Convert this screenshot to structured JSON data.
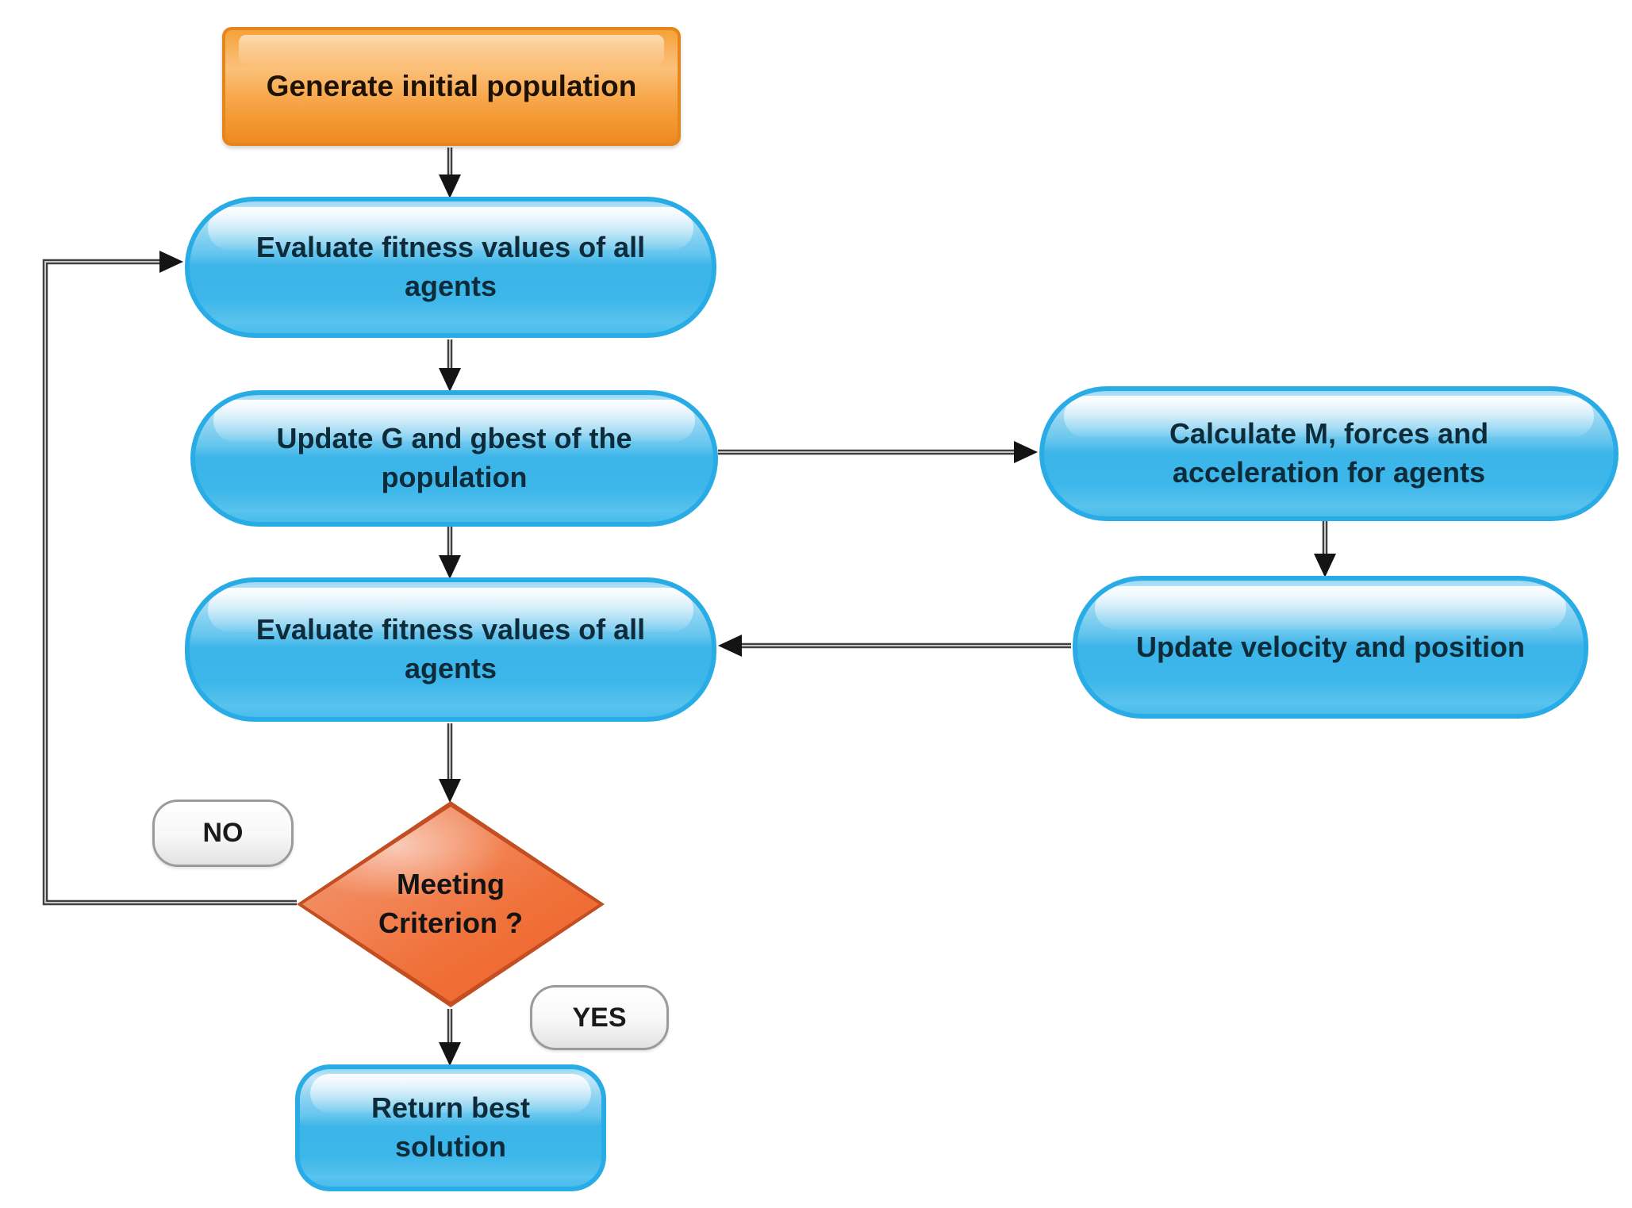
{
  "diagram": {
    "type": "flowchart",
    "nodes": {
      "start": {
        "type": "start",
        "label": "Generate initial population"
      },
      "evaluate_top": {
        "type": "process",
        "lines": [
          "Evaluate fitness values of all",
          "agents"
        ]
      },
      "update_g": {
        "type": "process",
        "lines": [
          "Update G and gbest of the",
          "population"
        ]
      },
      "calculate_m": {
        "type": "process",
        "lines": [
          "Calculate M, forces and",
          "acceleration for agents"
        ]
      },
      "update_velocity": {
        "type": "process",
        "label": "Update velocity and position"
      },
      "evaluate_mid": {
        "type": "process",
        "lines": [
          "Evaluate fitness values of all",
          "agents"
        ]
      },
      "decision": {
        "type": "decision",
        "lines": [
          "Meeting",
          "Criterion ?"
        ]
      },
      "return_best": {
        "type": "terminal",
        "lines": [
          "Return best",
          "solution"
        ]
      }
    },
    "edge_labels": {
      "no": "NO",
      "yes": "YES"
    },
    "edges": [
      {
        "from": "start",
        "to": "evaluate_top"
      },
      {
        "from": "evaluate_top",
        "to": "update_g"
      },
      {
        "from": "update_g",
        "to": "evaluate_mid"
      },
      {
        "from": "update_g",
        "to": "calculate_m"
      },
      {
        "from": "calculate_m",
        "to": "update_velocity"
      },
      {
        "from": "update_velocity",
        "to": "evaluate_mid"
      },
      {
        "from": "evaluate_mid",
        "to": "decision"
      },
      {
        "from": "decision",
        "to": "evaluate_top",
        "label": "NO"
      },
      {
        "from": "decision",
        "to": "return_best",
        "label": "YES"
      }
    ],
    "colors": {
      "start-border": "#e5861c",
      "start-fill": "#f6a040",
      "process-border": "#29ace5",
      "process-fill": "#45bcec",
      "decision-border": "#c24e22",
      "decision-fill": "#f0713a",
      "pill-border": "#9b9b9b",
      "connector": "#3f3f3f"
    }
  }
}
